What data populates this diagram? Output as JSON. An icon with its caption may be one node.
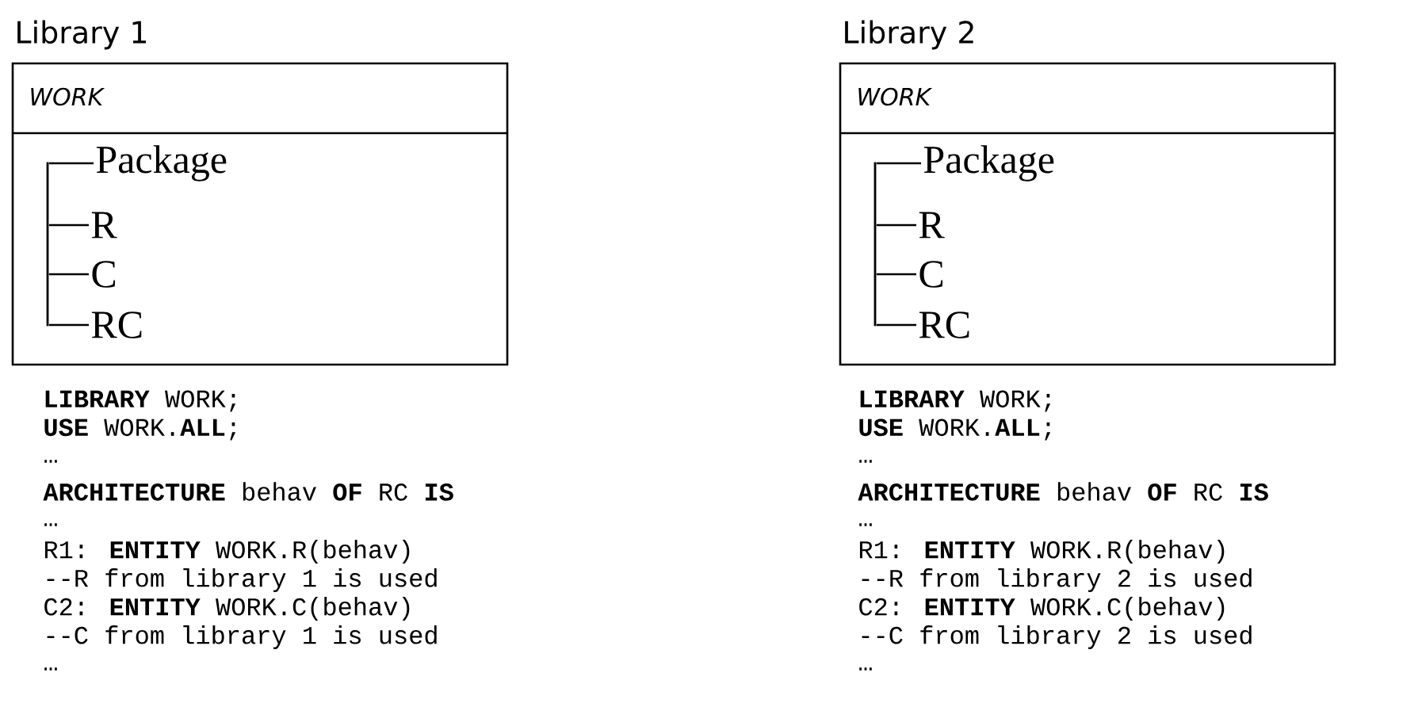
{
  "diagram": {
    "nodes": [
      {
        "text": [
          "Library 1",
          "WORK"
        ]
      },
      {
        "text": [],
        "shape": "bar",
        "in": 0
      },
      {
        "text": [
          "Package"
        ],
        "in": 0
      },
      {
        "text": [
          "R"
        ],
        "in": 0
      },
      {
        "text": [
          "C"
        ],
        "in": 0
      },
      {
        "text": [
          "RC"
        ],
        "in": 0
      },
      {
        "text": [
          "Library 2",
          "WORK"
        ]
      },
      {
        "text": [],
        "shape": "bar",
        "in": 6
      },
      {
        "text": [
          "Package"
        ],
        "in": 6
      },
      {
        "text": [
          "R"
        ],
        "in": 6
      },
      {
        "text": [
          "C"
        ],
        "in": 6
      },
      {
        "text": [
          "RC"
        ],
        "in": 6
      }
    ],
    "edges": [
      {
        "from": 1,
        "to": 2,
        "arrow": "none"
      },
      {
        "from": 1,
        "to": 3,
        "arrow": "none"
      },
      {
        "from": 1,
        "to": 4,
        "arrow": "none"
      },
      {
        "from": 1,
        "to": 5,
        "arrow": "none"
      },
      {
        "from": 7,
        "to": 8,
        "arrow": "none"
      },
      {
        "from": 7,
        "to": 9,
        "arrow": "none"
      },
      {
        "from": 7,
        "to": 10,
        "arrow": "none"
      },
      {
        "from": 7,
        "to": 11,
        "arrow": "none"
      }
    ],
    "labels": [
      "**LIBRARY** WORK;",
      "**USE** WORK.**ALL**;",
      "…",
      "**ARCHITECTURE** behav **OF** RC **IS**",
      "…",
      "R1: **ENTITY** WORK.R(behav)",
      "--R from library 1 is used",
      "C2: **ENTITY** WORK.C(behav)",
      "--C from library 1 is used",
      "…",
      "**LIBRARY** WORK;",
      "**USE** WORK.**ALL**;",
      "…",
      "**ARCHITECTURE** behav **OF** RC **IS**",
      "…",
      "R1: **ENTITY** WORK.R(behav)",
      "--R from library 2 is used",
      "C2: **ENTITY** WORK.C(behav)",
      "--C from library 2 is used",
      "…"
    ]
  }
}
